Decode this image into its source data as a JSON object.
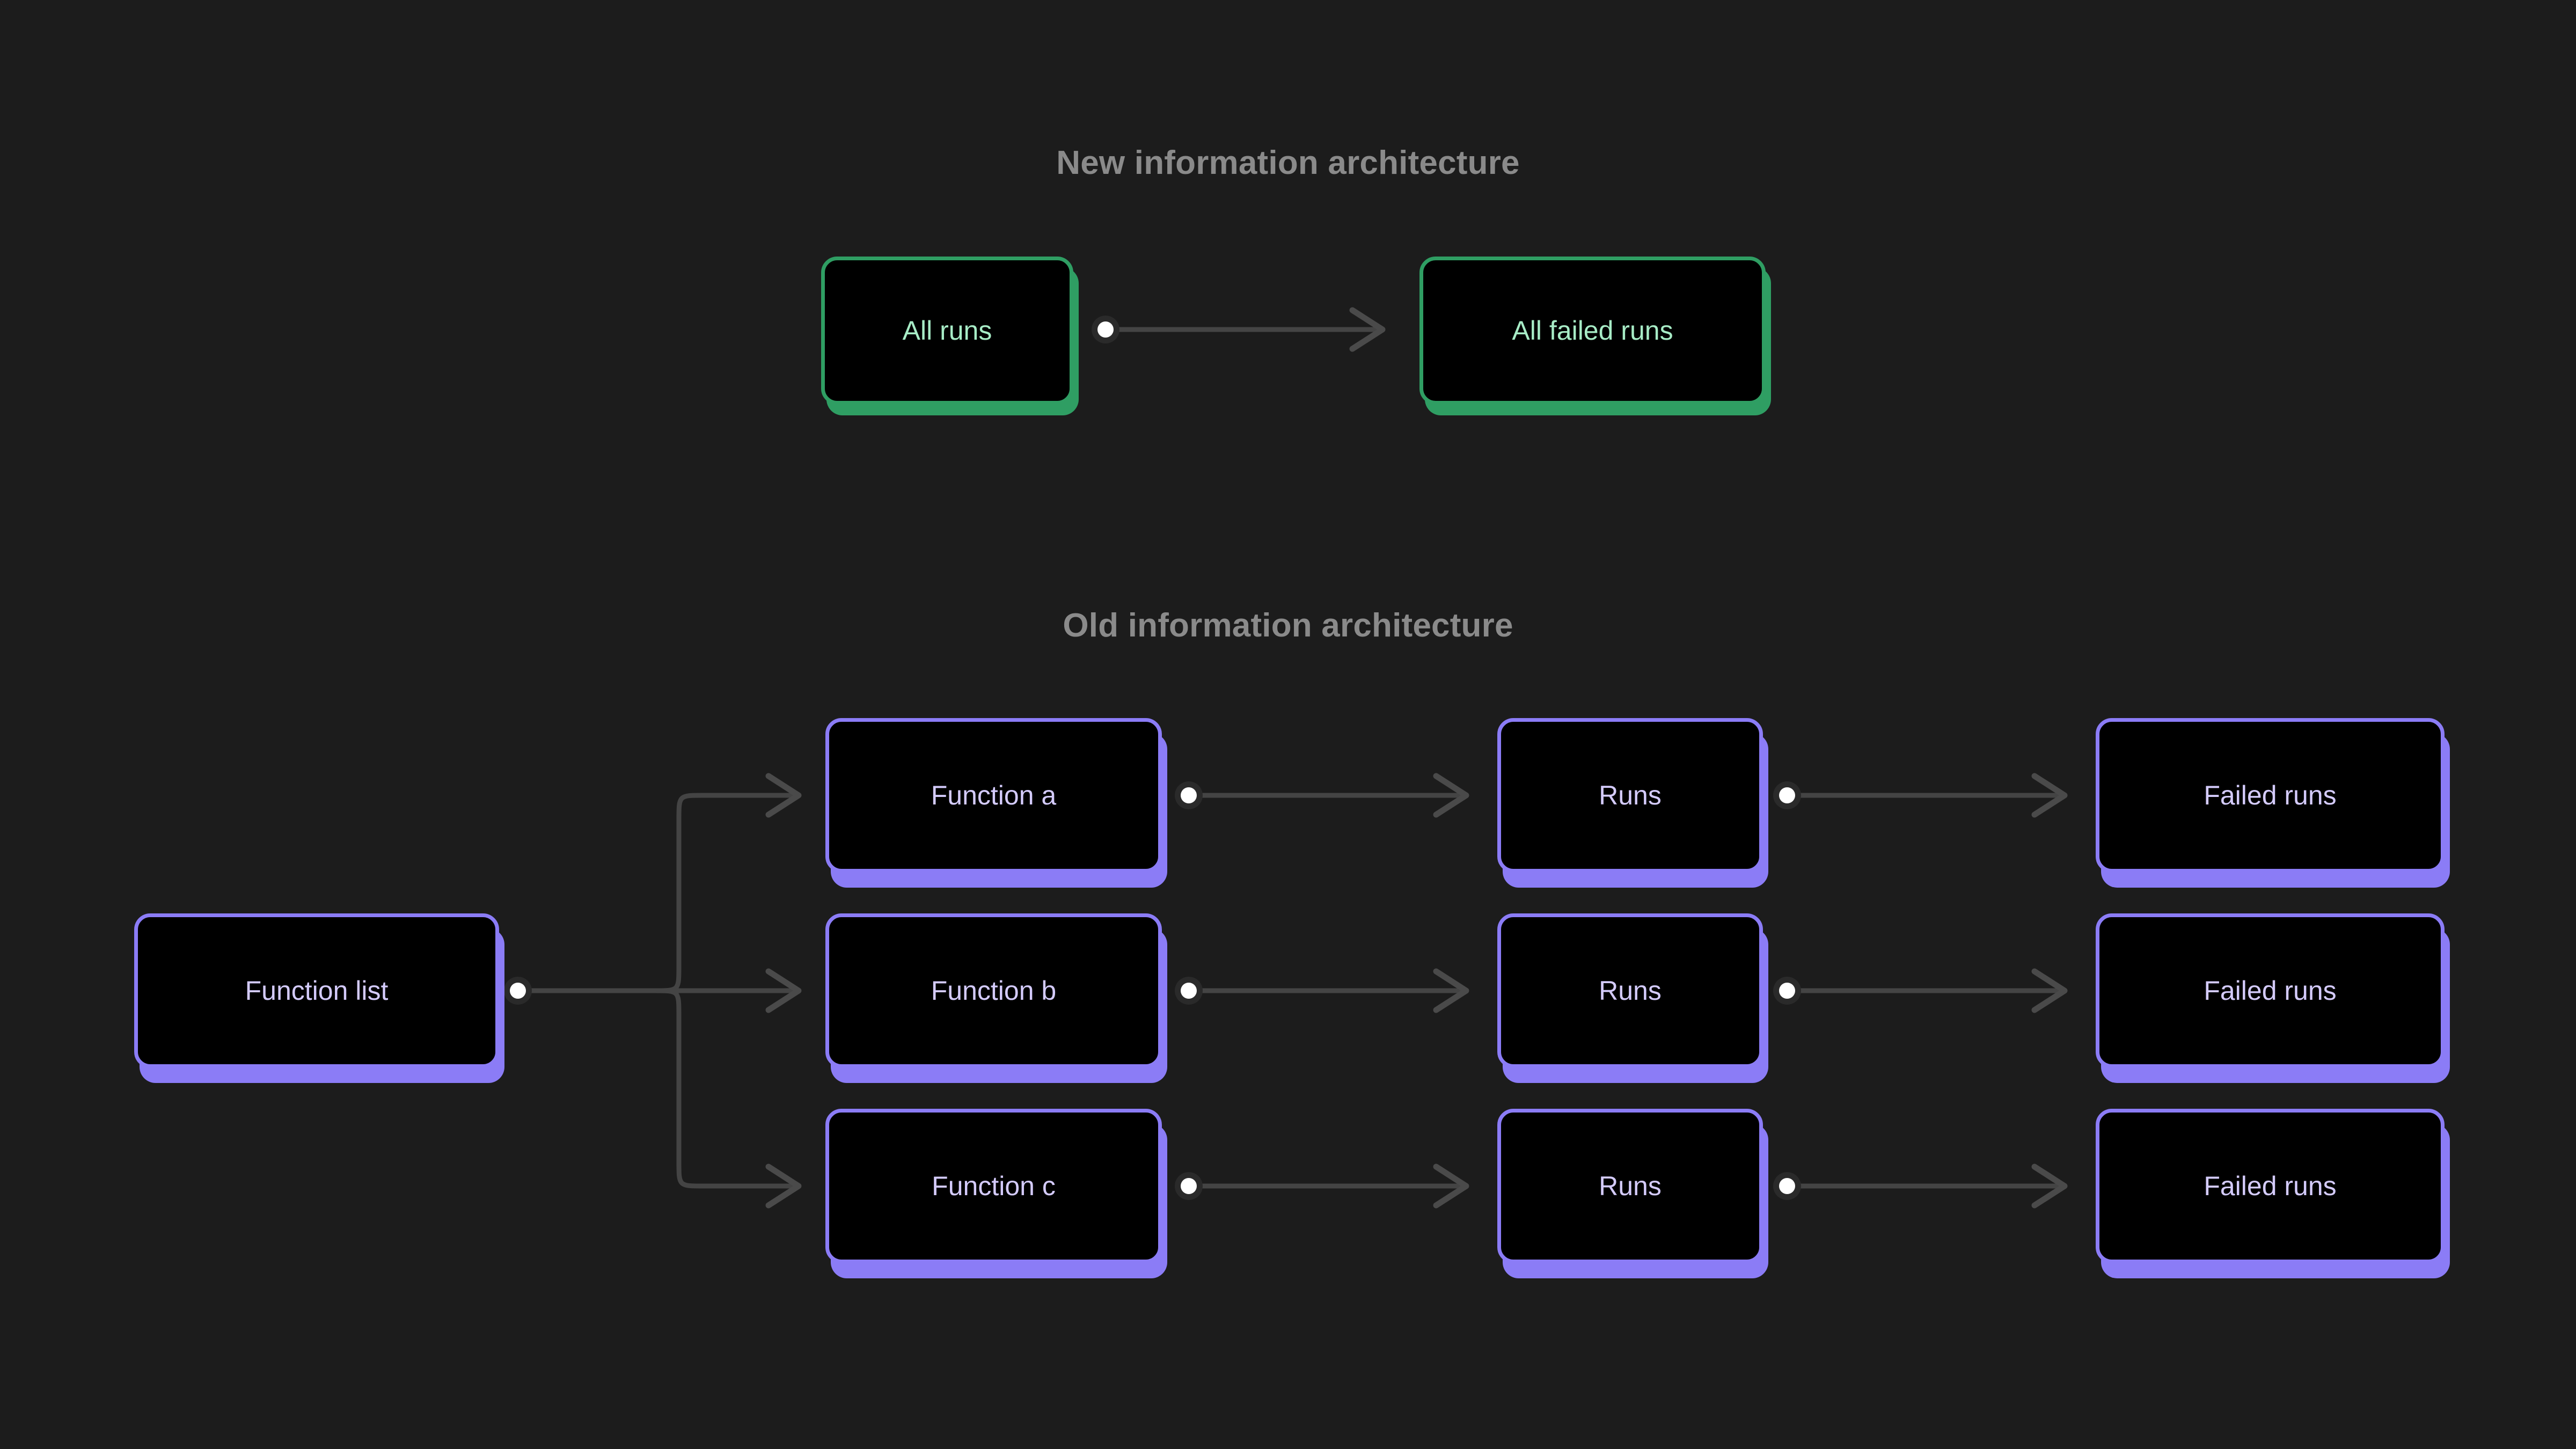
{
  "page": {
    "background_color": "#1c1c1c",
    "node_fill_color": "#000000",
    "connector_color": "#444444",
    "connector_dot_color": "#ffffff"
  },
  "sections": {
    "new": {
      "title": "New information architecture",
      "title_color": "#8a8a8a",
      "accent_color": "#2f9e63",
      "text_color": "#a7ecc6",
      "nodes": [
        {
          "label": "All runs"
        },
        {
          "label": "All failed runs"
        }
      ]
    },
    "old": {
      "title": "Old information architecture",
      "title_color": "#8a8a8a",
      "accent_color": "#8b7cf6",
      "text_color": "#d4cbfc",
      "root": {
        "label": "Function list"
      },
      "rows": [
        {
          "function": "Function a",
          "runs": "Runs",
          "failed": "Failed runs"
        },
        {
          "function": "Function b",
          "runs": "Runs",
          "failed": "Failed runs"
        },
        {
          "function": "Function c",
          "runs": "Runs",
          "failed": "Failed runs"
        }
      ]
    }
  }
}
